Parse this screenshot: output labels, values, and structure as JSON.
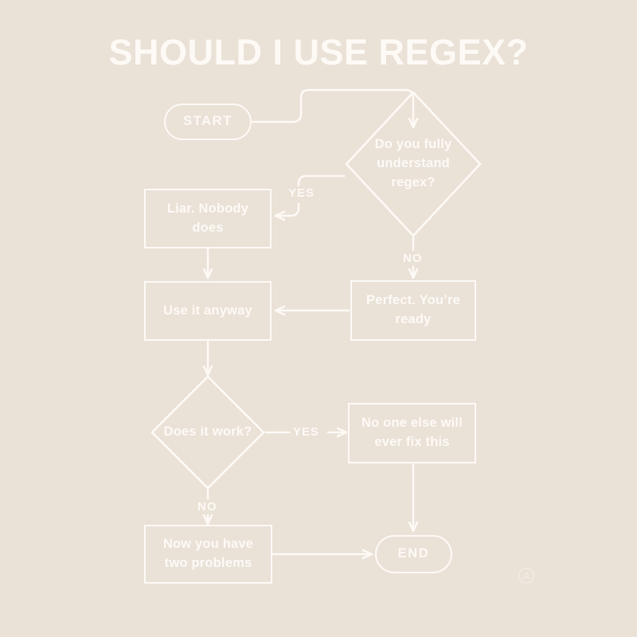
{
  "page": {
    "title": "SHOULD I USE REGEX?",
    "background_color": "#eae1d7",
    "line_color": "#fdfaf6",
    "text_color": "#fdfaf6"
  },
  "nodes": {
    "start": {
      "label": "START",
      "shape": "pill"
    },
    "understand": {
      "label": "Do you fully understand regex?",
      "shape": "diamond"
    },
    "liar": {
      "label": "Liar. Nobody does",
      "shape": "box"
    },
    "perfect": {
      "label": "Perfect. You’re ready",
      "shape": "box"
    },
    "use_anyway": {
      "label": "Use it anyway",
      "shape": "box"
    },
    "does_it_work": {
      "label": "Does it work?",
      "shape": "diamond"
    },
    "no_one_fix": {
      "label": "No one else will ever fix this",
      "shape": "box"
    },
    "two_problems": {
      "label": "Now you have two problems",
      "shape": "box"
    },
    "end": {
      "label": "END",
      "shape": "pill"
    }
  },
  "edge_labels": {
    "understand_yes": "YES",
    "understand_no": "NO",
    "work_yes": "YES",
    "work_no": "NO"
  },
  "watermark": {
    "icon": "circular-logo-watermark"
  }
}
